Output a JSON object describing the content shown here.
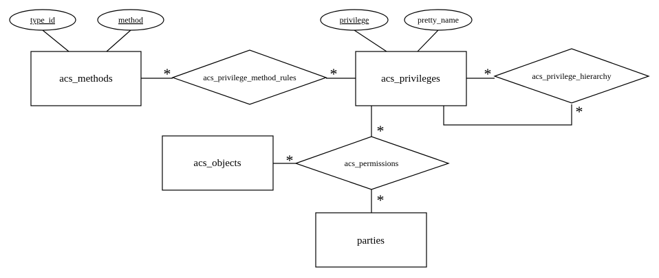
{
  "entities": {
    "acs_methods": "acs_methods",
    "acs_privileges": "acs_privileges",
    "acs_objects": "acs_objects",
    "parties": "parties"
  },
  "relationships": {
    "acs_privilege_method_rules": "acs_privilege_method_rules",
    "acs_privilege_hierarchy": "acs_privilege_hierarchy",
    "acs_permissions": "acs_permissions"
  },
  "attributes": {
    "type_id": "type_id",
    "method": "method",
    "privilege": "privilege",
    "pretty_name": "pretty_name"
  },
  "cardinality": "*"
}
